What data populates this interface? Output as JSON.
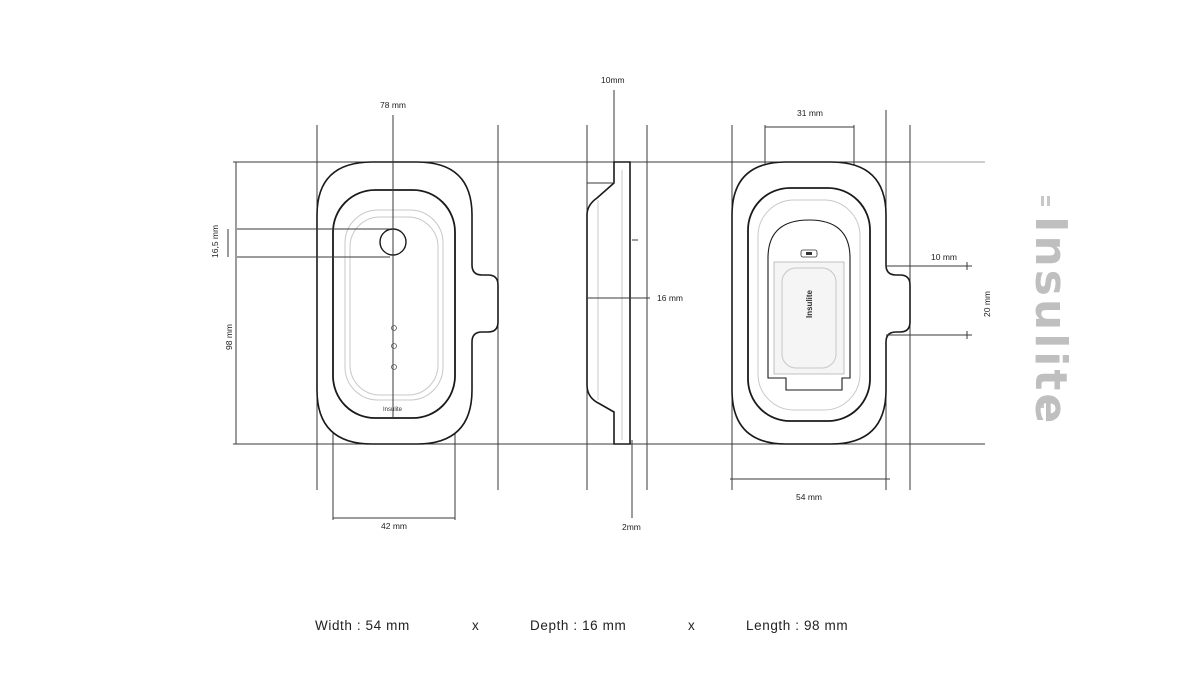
{
  "brand": "Insulite",
  "front_view": {
    "top_dim": "78 mm",
    "hole_dim": "16,5 mm",
    "height_dim": "98 mm",
    "bottom_dim": "42 mm",
    "label": "Insulite"
  },
  "side_view": {
    "top_dim": "10mm",
    "depth_dim": "16 mm",
    "bottom_dim": "2mm"
  },
  "back_view": {
    "top_dim": "31 mm",
    "tab_width_dim": "10 mm",
    "tab_height_dim": "20 mm",
    "bottom_dim": "54 mm",
    "label": "Insulite"
  },
  "summary": {
    "width": "Width : 54 mm",
    "sep1": "x",
    "depth": "Depth : 16 mm",
    "sep2": "x",
    "length": "Length : 98 mm"
  }
}
